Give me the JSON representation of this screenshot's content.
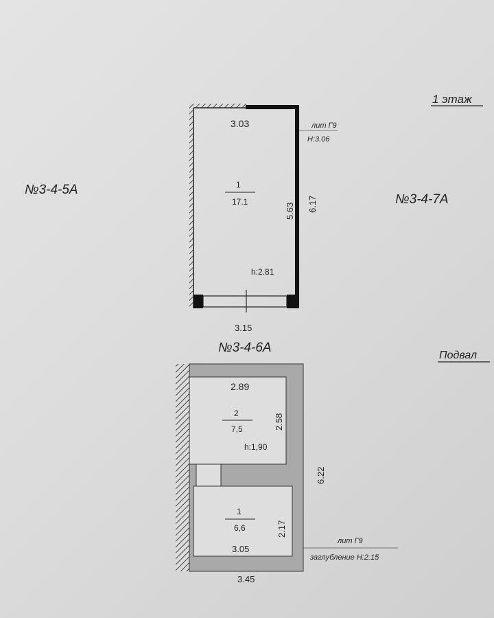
{
  "floor1": {
    "title": "1 этаж",
    "neighbor_left": "№3-4-5А",
    "neighbor_right": "№3-4-7А",
    "neighbor_bottom": "№3-4-6А",
    "lit": "лит Г9",
    "height_note": "Н:3.06",
    "room_width": "3.03",
    "room_number": "1",
    "room_area": "17.1",
    "inner_length": "5.63",
    "outer_length": "6.17",
    "room_height": "h:2.81",
    "outer_width": "3.15"
  },
  "basement": {
    "title": "Подвал",
    "room2_width": "2.89",
    "room2_number": "2",
    "room2_area": "7,5",
    "room2_length": "2.58",
    "room2_height": "h:1,90",
    "outer_length": "6.22",
    "room1_number": "1",
    "room1_area": "6,6",
    "room1_length": "2.17",
    "room1_width": "3.05",
    "outer_width": "3.45",
    "lit": "лит Г9",
    "depth_note": "заглубление Н:2.15"
  }
}
